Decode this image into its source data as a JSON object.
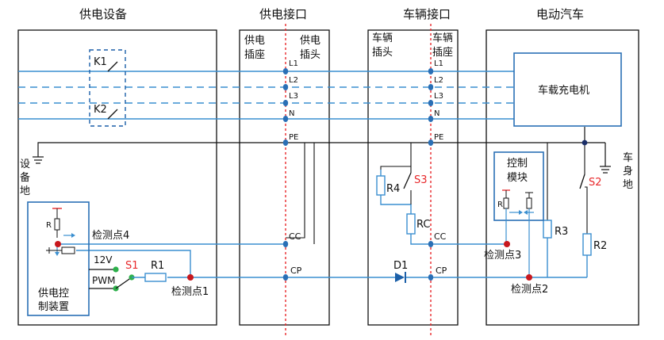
{
  "headers": {
    "supply_equipment": "供电设备",
    "supply_interface": "供电接口",
    "vehicle_interface": "车辆接口",
    "electric_vehicle": "电动汽车"
  },
  "supply_socket": [
    "供电",
    "插座"
  ],
  "supply_plug": [
    "供电",
    "插头"
  ],
  "vehicle_plug": [
    "车辆",
    "插头"
  ],
  "vehicle_socket": [
    "车辆",
    "插座"
  ],
  "conductors": {
    "supply": [
      "L1",
      "L2",
      "L3",
      "N",
      "PE",
      "CC",
      "CP"
    ],
    "vehicle": [
      "L1",
      "L2",
      "L3",
      "N",
      "PE",
      "CC",
      "CP"
    ]
  },
  "switches": {
    "k1": "K1",
    "k2": "K2",
    "s1": "S1",
    "s3": "S3",
    "s2": "S2"
  },
  "resistors": {
    "r1": "R1",
    "r4": "R4",
    "rc": "RC",
    "r3": "R3",
    "r2": "R2",
    "r_small": "R"
  },
  "diode": "D1",
  "onboard_charger": "车载充电机",
  "control_module": [
    "控制",
    "模块"
  ],
  "supply_control_device": [
    "供电控",
    "制装置"
  ],
  "voltage_12v": "12V",
  "pwm": "PWM",
  "equipment_ground": [
    "设",
    "备",
    "地"
  ],
  "vehicle_ground": [
    "车",
    "身",
    "地"
  ],
  "detection_points": {
    "p1": "检测点1",
    "p2": "检测点2",
    "p3": "检测点3",
    "p4": "检测点4"
  },
  "colors": {
    "wire_blue": "#3a8fd0",
    "frame": "#111111",
    "red_label": "#e8282b",
    "red_dot": "#c8181e",
    "green_contact": "#2db04b",
    "dashed_box": "#1b5fa8"
  }
}
